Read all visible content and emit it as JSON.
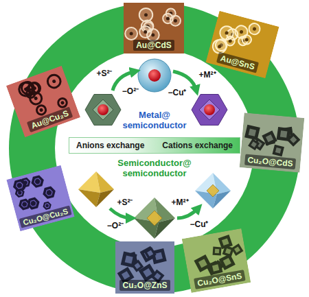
{
  "diagram": {
    "nodes": [
      {
        "text": [
          "Au@CdS"
        ]
      },
      {
        "text": [
          "Au@SnS"
        ]
      },
      {
        "text": [
          "Cu₂O@CdS"
        ]
      },
      {
        "text": [
          "Cu₂O@SnS"
        ]
      },
      {
        "text": [
          "Cu₂O@ZnS"
        ]
      },
      {
        "text": [
          "Cu₂O@Cu₂S"
        ]
      },
      {
        "text": [
          "Au@Cu₂S"
        ]
      },
      {
        "text": [
          "Anions exchange",
          "Cations exchange"
        ]
      }
    ],
    "labels": [
      "+S²⁻",
      "−O²⁻",
      "+M²⁺",
      "−Cu⁺",
      "Metal@ semiconductor",
      "Semiconductor@ semiconductor",
      "+S²⁻",
      "−O²⁻",
      "+M²⁺",
      "−Cu⁺"
    ]
  }
}
